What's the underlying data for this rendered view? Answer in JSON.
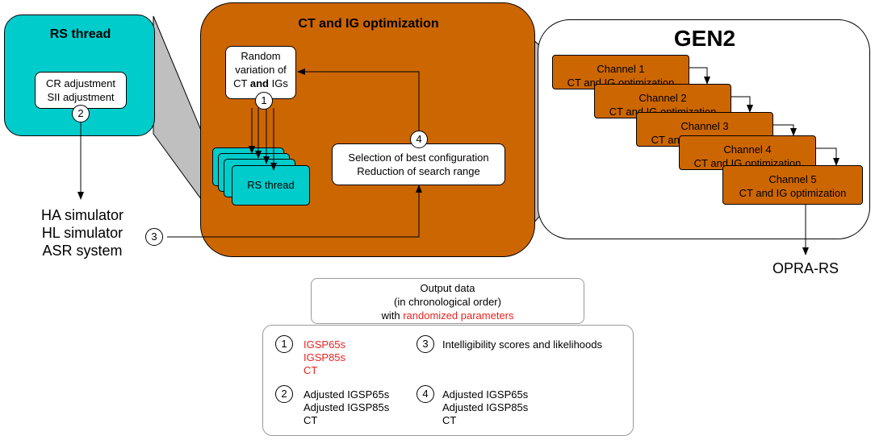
{
  "rs_panel": {
    "title": "RS thread",
    "box_lines": [
      "CR adjustment",
      "SII adjustment"
    ],
    "step_marker": "2"
  },
  "ct_panel": {
    "title": "CT and IG optimization",
    "random_box": {
      "line1": "Random",
      "line2": "variation of",
      "line3_pre": "CT ",
      "line3_bold": "and",
      "line3_post": " IGs"
    },
    "step1_marker": "1",
    "rs_card_label": "RS thread",
    "selection_box_lines": [
      "Selection of best configuration",
      "Reduction of search range"
    ],
    "step4_marker": "4"
  },
  "gen_panel": {
    "title": "GEN2",
    "channels": [
      {
        "name": "Channel 1",
        "desc": "CT and IG optimization"
      },
      {
        "name": "Channel 2",
        "desc": "CT and IG optimization"
      },
      {
        "name": "Channel 3",
        "desc": "CT and IG optimization"
      },
      {
        "name": "Channel 4",
        "desc": "CT and IG optimization"
      },
      {
        "name": "Channel 5",
        "desc": "CT and IG optimization"
      }
    ]
  },
  "outputs_left": [
    "HA simulator",
    "HL simulator",
    "ASR system"
  ],
  "step3_marker": "3",
  "output_right": "OPRA-RS",
  "output_data": {
    "line1": "Output data",
    "line2": "(in chronological order)",
    "line3_pre": "with ",
    "line3_red": "randomized parameters"
  },
  "legend": [
    {
      "num": "1",
      "lines": [
        "IGSP65s",
        "IGSP85s",
        "CT"
      ],
      "highlight": true
    },
    {
      "num": "3",
      "lines": [
        "Intelligibility scores and likelihoods"
      ],
      "highlight": false
    },
    {
      "num": "2",
      "lines": [
        "Adjusted IGSP65s",
        "Adjusted IGSP85s",
        "CT"
      ],
      "highlight": false
    },
    {
      "num": "4",
      "lines": [
        "Adjusted IGSP65s",
        "Adjusted IGSP85s",
        "CT"
      ],
      "highlight": false
    }
  ],
  "colors": {
    "teal": "#00CCCC",
    "orange": "#CC6600",
    "highlight_red": "#E8231F",
    "connector_gray": "#BFBFBF"
  }
}
